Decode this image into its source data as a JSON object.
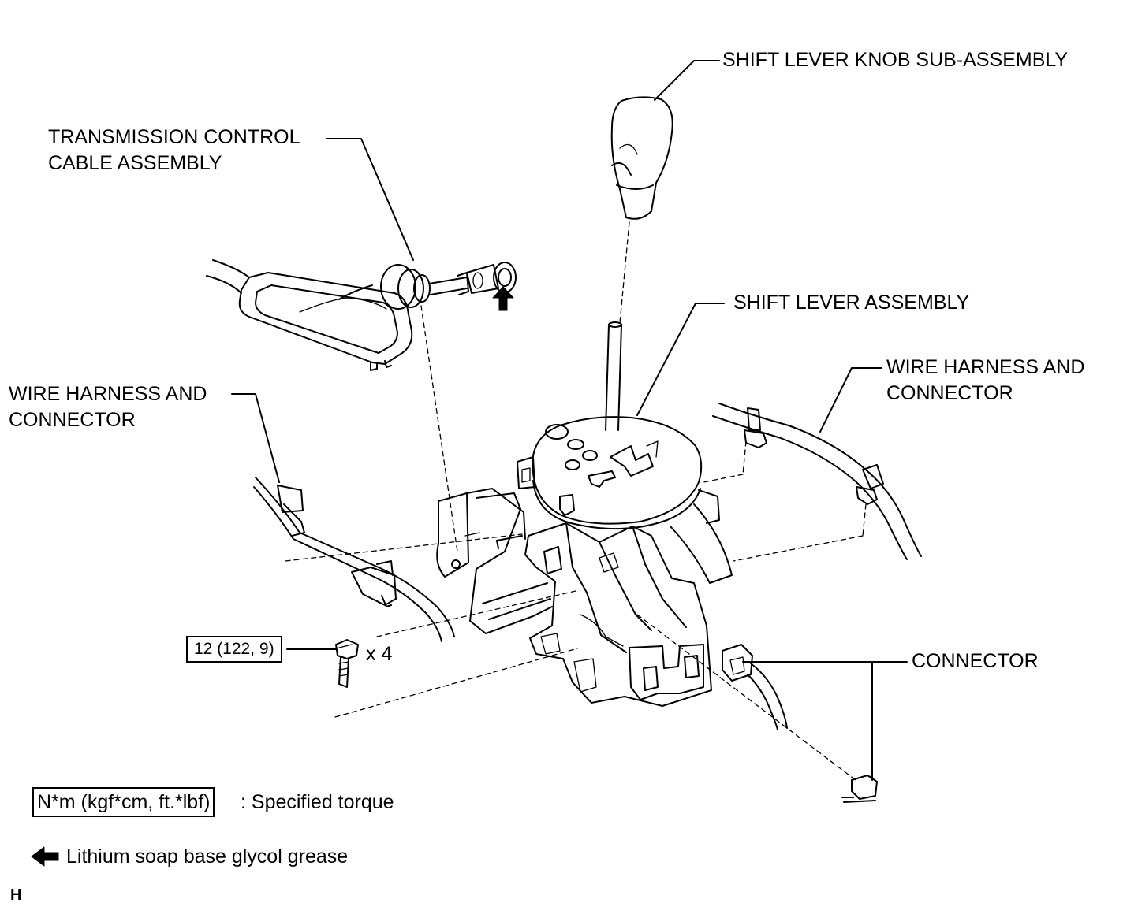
{
  "labels": {
    "knob": "SHIFT LEVER KNOB SUB-ASSEMBLY",
    "cable_line1": "TRANSMISSION CONTROL",
    "cable_line2": "CABLE ASSEMBLY",
    "shift_lever": "SHIFT LEVER ASSEMBLY",
    "harness_left_line1": "WIRE HARNESS AND",
    "harness_left_line2": "CONNECTOR",
    "harness_right_line1": "WIRE HARNESS AND",
    "harness_right_line2": "CONNECTOR",
    "connector": "CONNECTOR",
    "bolt_qty": "x 4",
    "corner_mark": "H"
  },
  "torque": {
    "value": "12 (122, 9)"
  },
  "legend": {
    "torque_unit": "N*m (kgf*cm, ft.*lbf)",
    "torque_desc": ": Specified torque",
    "grease_desc": "Lithium soap base glycol grease"
  },
  "icons": {
    "grease": "grease-arrow-icon",
    "bolt": "bolt-icon"
  }
}
